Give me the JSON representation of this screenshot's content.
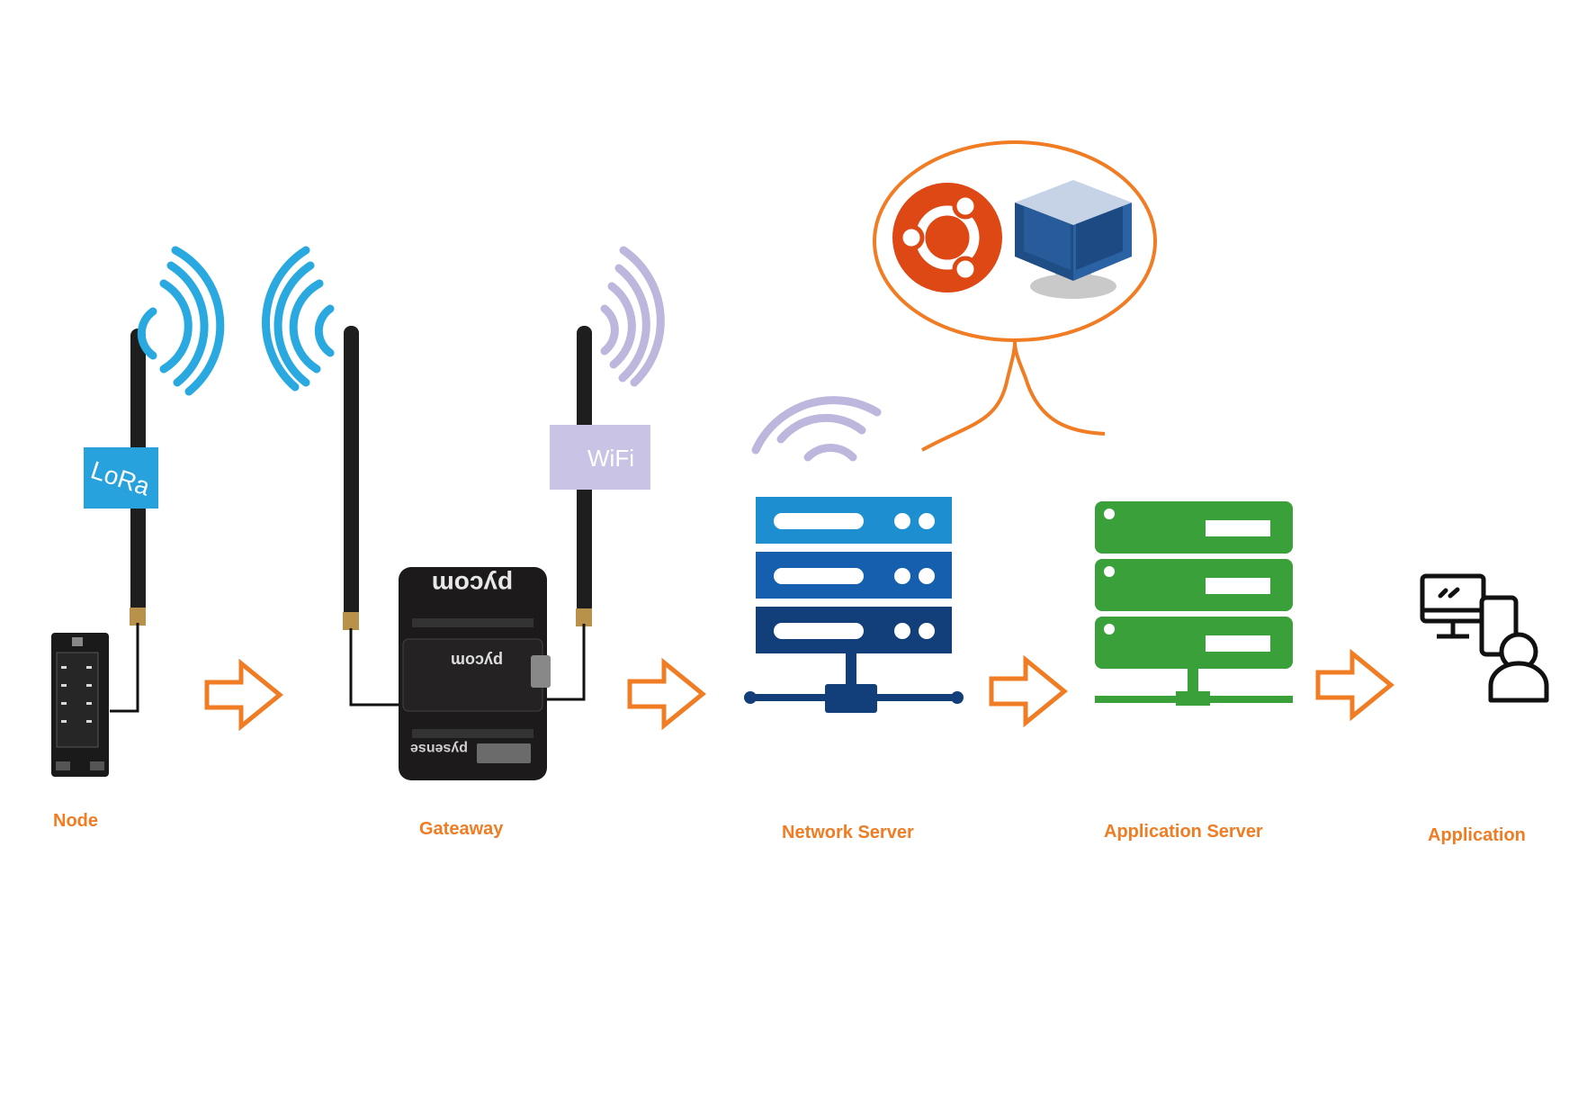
{
  "tags": {
    "lora": "LoRa",
    "wifi": "WiFi"
  },
  "boards": {
    "gateway_brand": "pycom",
    "gateway_bottom_brand": "pysense"
  },
  "labels": {
    "node": "Node",
    "gateway": "Gateaway",
    "network_server": "Network Server",
    "application_server": "Application Server",
    "application": "Application"
  },
  "colors": {
    "label": "#f07c24",
    "arrow": "#f07c24",
    "lora_tag": "#27a2dc",
    "wifi_tag": "#c9c3e6",
    "lora_wave": "#29a9df",
    "wifi_wave": "#bdb6dd",
    "ubuntu": "#dd4814",
    "network_server": "#1b5fa8",
    "application_server": "#3aa13a"
  },
  "icons": [
    "antenna-icon",
    "lora-wave-icon",
    "wifi-wave-icon",
    "ubuntu-icon",
    "virtualbox-icon",
    "server-icon",
    "workstation-user-icon",
    "flow-arrow-icon"
  ]
}
